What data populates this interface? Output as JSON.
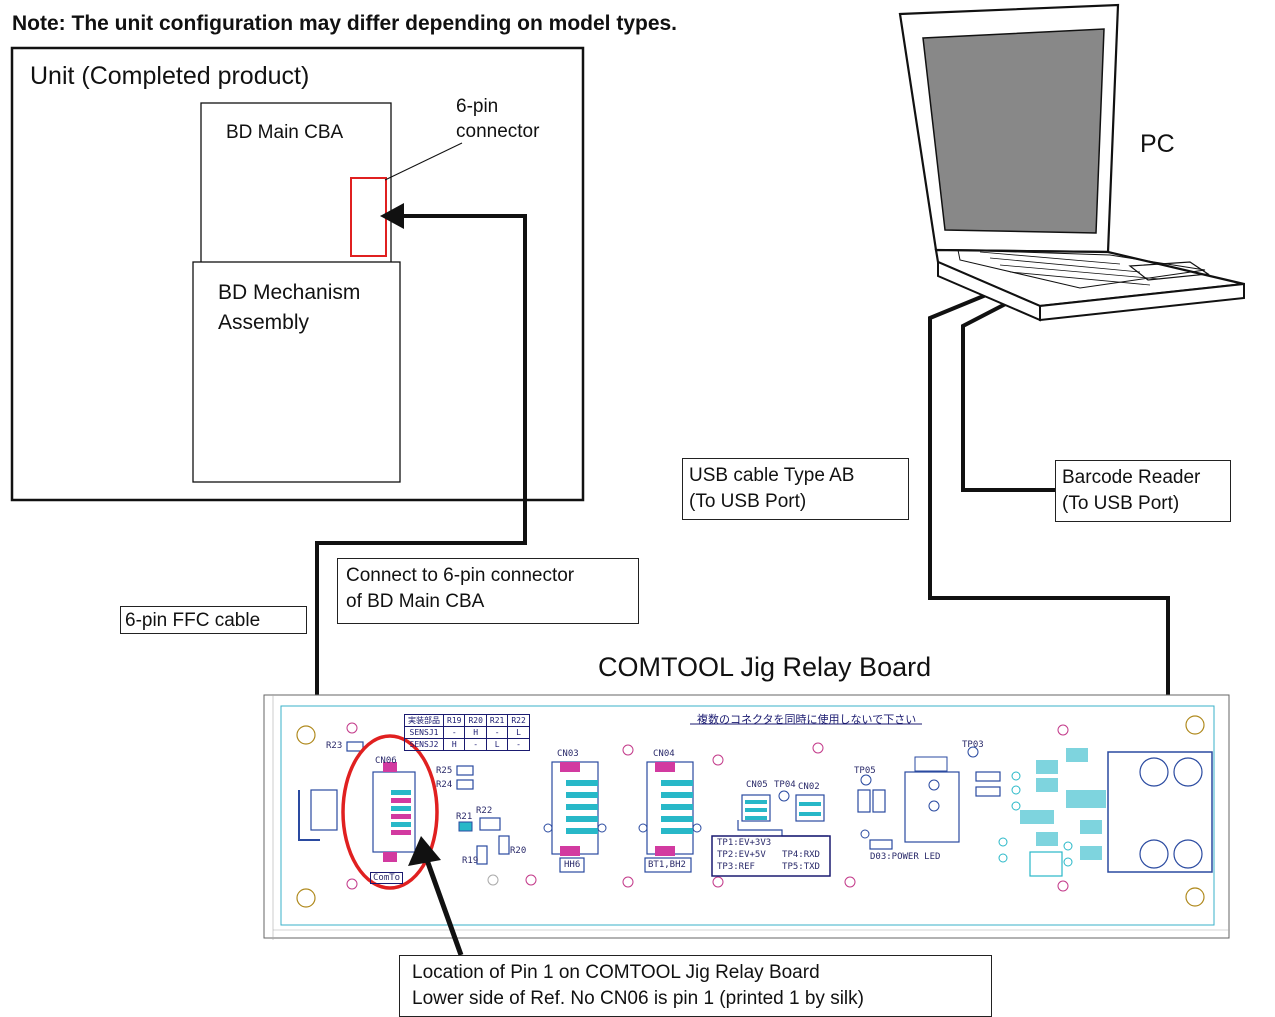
{
  "note": "Note: The unit configuration may differ depending on model types.",
  "unit": {
    "title": "Unit (Completed product)",
    "main_cba": "BD Main CBA",
    "mechanism_line1": "BD Mechanism",
    "mechanism_line2": "Assembly",
    "connector_line1": "6-pin",
    "connector_line2": "connector"
  },
  "pc_label": "PC",
  "labels": {
    "usb_line1": "USB cable Type AB",
    "usb_line2": "(To USB Port)",
    "barcode_line1": "Barcode Reader",
    "barcode_line2": "(To USB Port)",
    "connect_line1": "Connect to 6-pin connector",
    "connect_line2": "of BD Main CBA",
    "ffc": "6-pin FFC cable",
    "board_title": "COMTOOL Jig Relay Board",
    "pin1_line1": "Location of Pin 1 on COMTOOL Jig Relay Board",
    "pin1_line2": "Lower side of Ref. No CN06 is pin 1 (printed 1 by silk)"
  },
  "board_silk": {
    "warning": "複数のコネクタを同時に使用しないで下さい",
    "table_header": [
      "実装部品",
      "R19",
      "R20",
      "R21",
      "R22"
    ],
    "table_row1": [
      "SENSJ1",
      "-",
      "H",
      "-",
      "L"
    ],
    "table_row2": [
      "SENSJ2",
      "H",
      "-",
      "L",
      "-"
    ],
    "cn06": "CN06",
    "cn03": "CN03",
    "cn04": "CN04",
    "cn05": "CN05",
    "cn02": "CN02",
    "tp03": "TP03",
    "tp04": "TP04",
    "tp05": "TP05",
    "r23": "R23",
    "r25": "R25",
    "r24": "R24",
    "r22": "R22",
    "r21": "R21",
    "r19": "R19",
    "r20": "R20",
    "hh6": "HH6",
    "bt": "BT1,BH2",
    "comto": "ComTo",
    "tp_line1": "TP1:EV+3V3",
    "tp_line2": "TP2:EV+5V   TP4:RXD",
    "tp_line3": "TP3:REF     TP5:TXD",
    "power_led": "D03:POWER LED"
  },
  "colors": {
    "connector_highlight": "#e02020",
    "board_outline": "#3a6ab5",
    "silk_blue": "#1a1a70",
    "pad_magenta": "#d23aa0",
    "pad_cyan": "#28b8c8"
  }
}
